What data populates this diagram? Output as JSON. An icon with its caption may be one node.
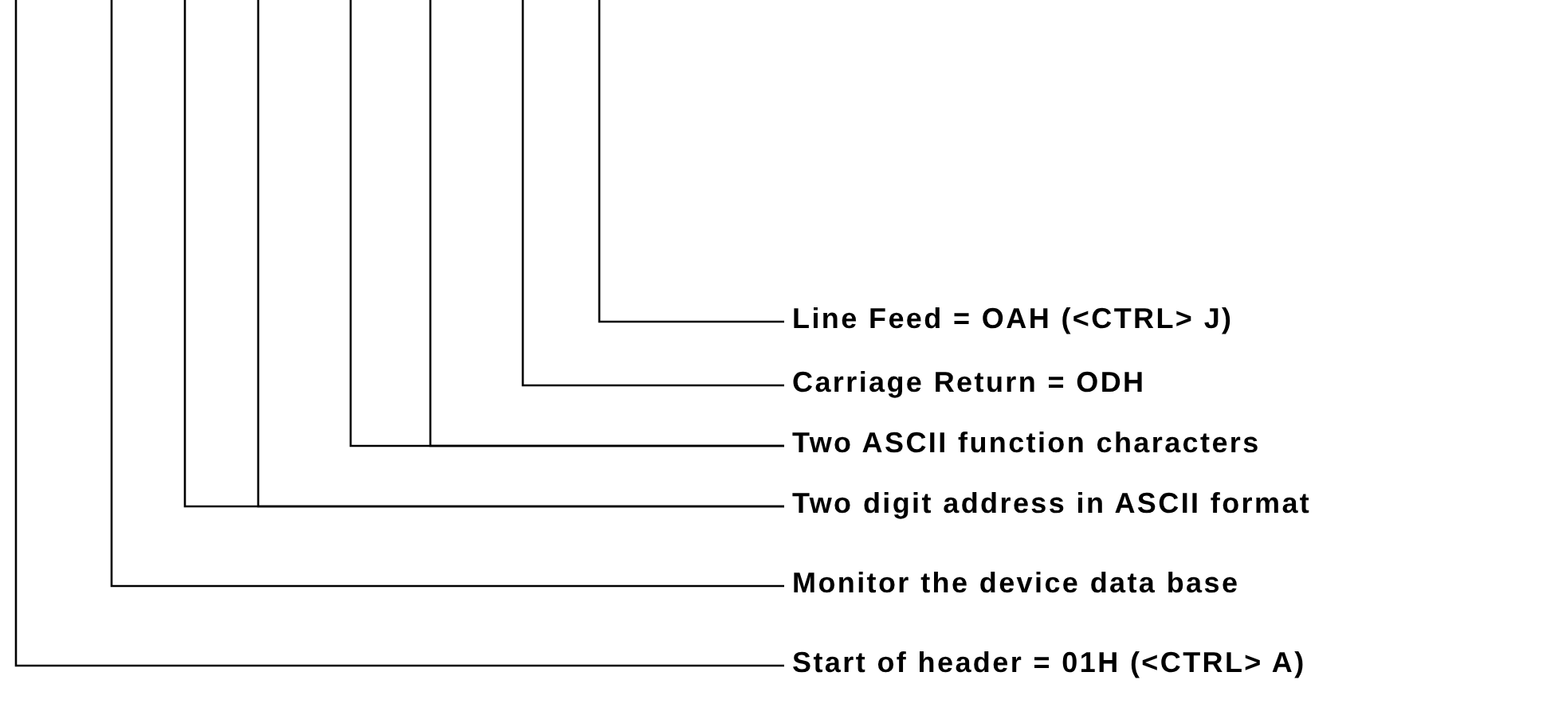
{
  "diagram": {
    "nodes": [
      {
        "text": [
          "Line Feed = OAH (<CTRL> J)"
        ]
      },
      {
        "text": [
          "Carriage Return = ODH"
        ]
      },
      {
        "text": [
          "Two ASCII function characters"
        ]
      },
      {
        "text": [
          "Two digit address in ASCII format"
        ]
      },
      {
        "text": [
          "Monitor the device data base"
        ]
      },
      {
        "text": [
          "Start of header = 01H (<CTRL> A)"
        ]
      }
    ],
    "edges": [
      {
        "from": 0,
        "to": null,
        "arrow": "none"
      },
      {
        "from": 1,
        "to": null,
        "arrow": "none"
      },
      {
        "from": 2,
        "to": null,
        "arrow": "none"
      },
      {
        "from": 2,
        "to": null,
        "arrow": "none"
      },
      {
        "from": 3,
        "to": null,
        "arrow": "none"
      },
      {
        "from": 3,
        "to": null,
        "arrow": "none"
      },
      {
        "from": 4,
        "to": null,
        "arrow": "none"
      },
      {
        "from": 5,
        "to": null,
        "arrow": "none"
      }
    ]
  }
}
